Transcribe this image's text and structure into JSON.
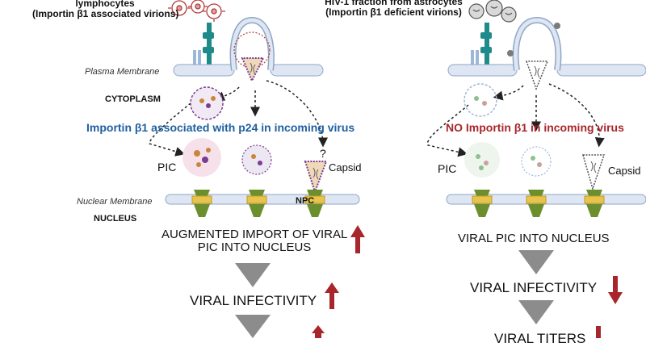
{
  "left": {
    "header_line1": "lymphocytes",
    "header_line2": "(Importin β1 associated virions)",
    "plasma_membrane": "Plasma Membrane",
    "cytoplasm": "CYTOPLASM",
    "incoming_note": "Importin β1 associated with p24 in incoming virus",
    "pic": "PIC",
    "capsid": "Capsid",
    "question": "?",
    "nuclear_membrane": "Nuclear Membrane",
    "npc": "NPC",
    "nucleus": "NUCLEUS",
    "import_line1": "AUGMENTED IMPORT OF VIRAL",
    "import_line2": "PIC INTO NUCLEUS",
    "infectivity": "VIRAL INFECTIVITY"
  },
  "right": {
    "header_line1": "HIV-1 fraction from astrocytes",
    "header_line2": "(Importin β1 deficient virions)",
    "incoming_note": "NO Importin β1 in incoming virus",
    "pic": "PIC",
    "capsid": "Capsid",
    "import_line": "VIRAL PIC INTO NUCLEUS",
    "infectivity": "VIRAL INFECTIVITY",
    "titers": "VIRAL TITERS"
  },
  "colors": {
    "blue_text": "#1f5fa0",
    "red_text": "#a8262b",
    "arrow_red": "#a8262b",
    "triangle_gray": "#8c8c8c",
    "membrane_fill": "#dde6f2",
    "membrane_stroke": "#8fa6c6",
    "npc_yellow": "#e8c44a",
    "npc_green": "#6b8f2c",
    "virion_red": "#b03a3a",
    "virion_gray": "#7a7a7a",
    "importin_purple": "#7a3d8f"
  }
}
